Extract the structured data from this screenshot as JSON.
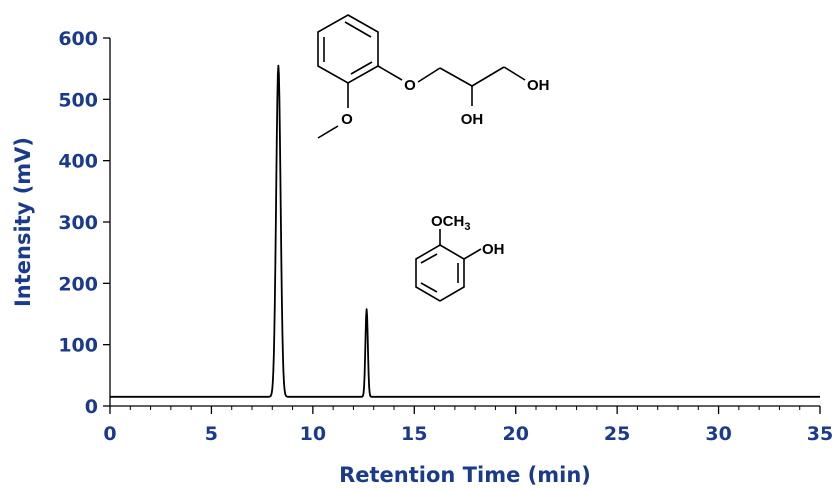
{
  "colors": {
    "axis_text": "#1a3a8c",
    "trace": "#000000",
    "axis_line": "#000000"
  },
  "chart_data": {
    "type": "line",
    "title": "",
    "xlabel": "Retention Time (min)",
    "ylabel": "Intensity (mV)",
    "xlim": [
      0,
      35
    ],
    "ylim": [
      0,
      600
    ],
    "x_ticks": [
      0,
      5,
      10,
      15,
      20,
      25,
      30,
      35
    ],
    "y_ticks": [
      0,
      100,
      200,
      300,
      400,
      500,
      600
    ],
    "x_minor_step": 1,
    "grid": false,
    "baseline": 15,
    "peaks": [
      {
        "retention_time": 8.3,
        "height": 555,
        "width": 0.11
      },
      {
        "retention_time": 12.65,
        "height": 158,
        "width": 0.06
      }
    ],
    "structures": [
      {
        "name": "guaifenesin",
        "atom_labels": {
          "o_ring": "O",
          "o_methoxy": "O",
          "oh_side": "OH",
          "oh_terminal": "OH"
        }
      },
      {
        "name": "guaiacol",
        "atom_labels": {
          "och3": "OCH",
          "och3_sub": "3",
          "oh": "OH"
        }
      }
    ]
  }
}
